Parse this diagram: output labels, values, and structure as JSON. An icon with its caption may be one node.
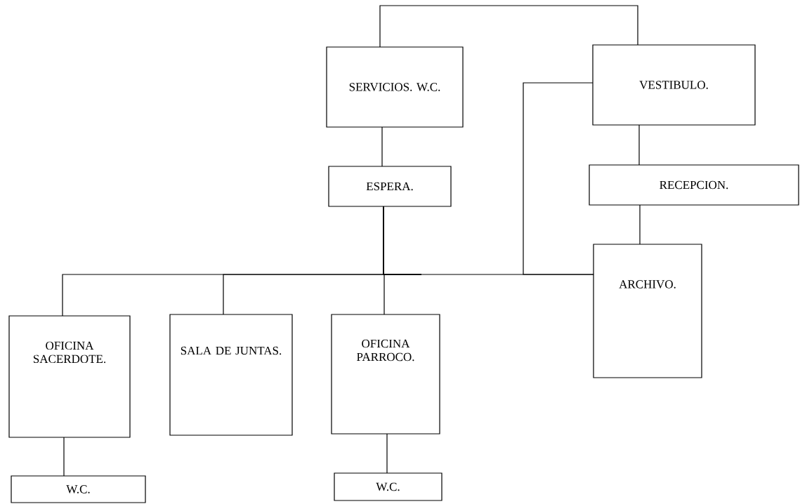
{
  "diagram": {
    "nodes": [
      {
        "text": [
          "SERVICIOS. W.C."
        ]
      },
      {
        "text": [
          "VESTIBULO."
        ]
      },
      {
        "text": [
          "ESPERA."
        ]
      },
      {
        "text": [
          "RECEPCION."
        ]
      },
      {
        "text": [
          "ARCHIVO."
        ]
      },
      {
        "text": [
          "OFICINA SACERDOTE."
        ]
      },
      {
        "text": [
          "SALA DE JUNTAS."
        ]
      },
      {
        "text": [
          "OFICINA PARROCO."
        ]
      },
      {
        "text": [
          "W.C."
        ]
      },
      {
        "text": [
          "W.C."
        ]
      }
    ],
    "edges": [
      {
        "from": 0,
        "to": 1,
        "arrow": "none"
      },
      {
        "from": 0,
        "to": 2,
        "arrow": "none"
      },
      {
        "from": 1,
        "to": 3,
        "arrow": "none"
      },
      {
        "from": 3,
        "to": 4,
        "arrow": "none"
      },
      {
        "from": 2,
        "to": 5,
        "arrow": "none"
      },
      {
        "from": 2,
        "to": 6,
        "arrow": "none"
      },
      {
        "from": 2,
        "to": 7,
        "arrow": "none"
      },
      {
        "from": 2,
        "to": 4,
        "arrow": "none"
      },
      {
        "from": 1,
        "to": 4,
        "arrow": "none"
      },
      {
        "from": 5,
        "to": 8,
        "arrow": "none"
      },
      {
        "from": 7,
        "to": 9,
        "arrow": "none"
      }
    ]
  }
}
